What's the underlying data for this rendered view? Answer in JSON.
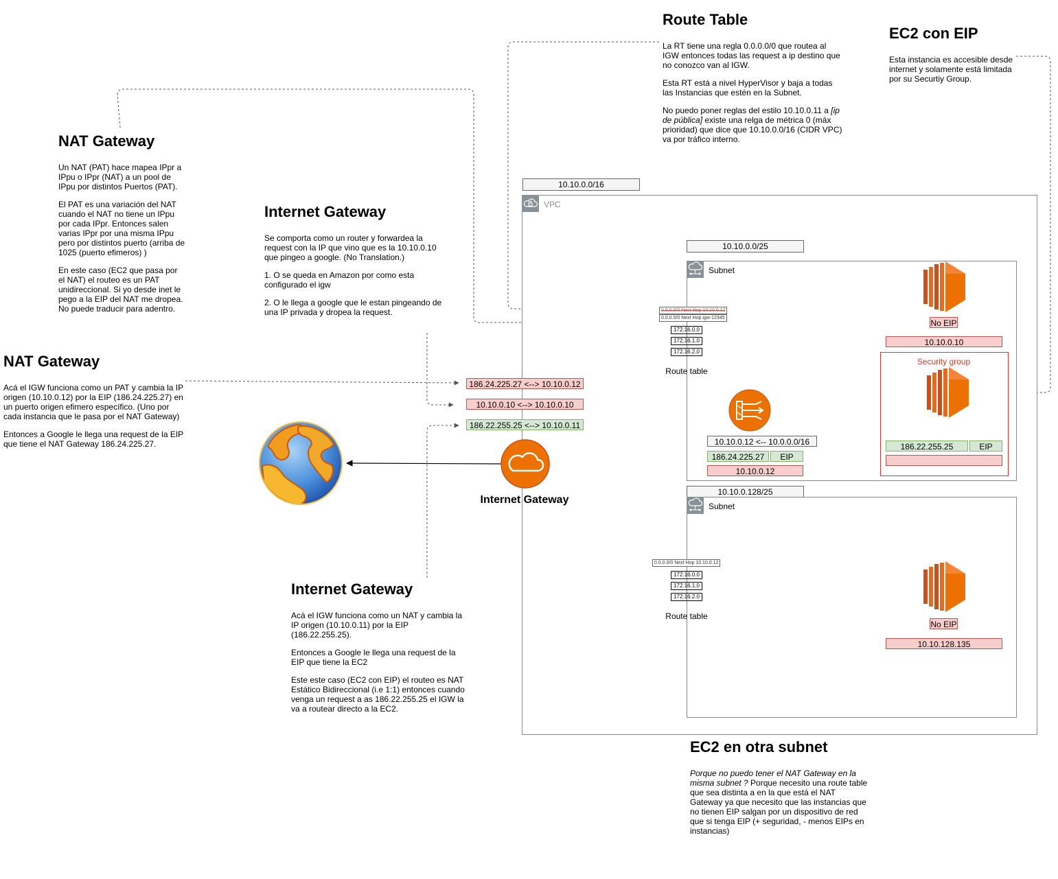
{
  "notes": {
    "route_table": {
      "title": "Route Table",
      "p1": "La RT tiene una regla 0.0.0.0/0 que routea al IGW entonces todas las request a ip destino que no conozco van al IGW.",
      "p2": "Esta RT está a nivel HyperVisor y baja a todas las Instancias que estén en la Subnet.",
      "p3_a": "No puedo poner reglas del estilo 10.10.0.11 a ",
      "p3_em": "[ip de pública]",
      "p3_b": " existe una relga de métrica 0 (máx prioridad) que dice que 10.10.0.0/16 (CIDR VPC) va por tráfico interno."
    },
    "ec2_eip": {
      "title": "EC2 con EIP",
      "p1": "Esta instancia es accesible desde internet y solamente está limitada por su Securtiy Group."
    },
    "nat_gateway_1": {
      "title": "NAT Gateway",
      "p1": "Un NAT (PAT) hace mapea IPpr a IPpu o IPpr (NAT) a un pool de IPpu por distintos Puertos (PAT).",
      "p2": "El PAT es una variación del NAT cuando el NAT no tiene un IPpu por cada IPpr. Entonces salen varias IPpr por una misma IPpu pero por distintos puerto (arriba de 1025 (puerto efimeros) )",
      "p3": "En este caso (EC2 que pasa por el NAT) el routeo es un PAT unidireccional. Si yo desde inet le pego a la EIP del NAT me dropea. No puede traducir para adentro."
    },
    "internet_gateway_1": {
      "title": "Internet Gateway",
      "p1": "Se comporta como un router y forwardea  la request con la IP que vino que es la 10.10.0.10 que pingeo a google. (No Translation.)",
      "p2": "1. O se queda en Amazon por como esta configurado el igw",
      "p3": "2. O le llega a google que le estan pingeando de una IP privada y dropea la request."
    },
    "nat_gateway_2": {
      "title": "NAT Gateway",
      "p1": "Acá el IGW funciona como un PAT y cambia la IP origen (10.10.0.12) por la EIP (186.24.225.27) en un puerto origen efimero específico. (Uno por cada instancia que le pasa por el NAT Gateway)",
      "p2": "Entonces a Google le llega una request de la EIP que tiene el NAT Gateway 186.24.225.27."
    },
    "internet_gateway_2": {
      "title": "Internet Gateway",
      "p1": "Acá el IGW funciona como un NAT y cambia la IP origen (10.10.0.11) por la EIP (186.22.255.25).",
      "p2": "Entonces a Google le llega una request de la EIP que tiene la EC2",
      "p3": "Este este caso (EC2 con EIP) el routeo es NAT Estático Bidireccional (i.e 1:1) entonces cuando venga un request a as 186.22.255.25 el IGW la va a routear directo a la EC2."
    },
    "ec2_other_subnet": {
      "title": "EC2 en otra subnet",
      "p1_em": "Porque no puedo tener el NAT Gateway en la misma subnet ?",
      "p1_b": " Porque necesito una route table que sea distinta a en la que está el NAT Gateway ya que necesito que las instancias que no tienen EIP salgan por un dispositivo de red que si tenga EIP (+ seguridad, - menos EIPs en instancias)"
    }
  },
  "vpc": {
    "cidr": "10.10.0.0/16",
    "label": "VPC"
  },
  "subnet_public": {
    "cidr": "10.10.0.0/25",
    "label": "Subnet",
    "route_table": {
      "label": "Route table",
      "rows": [
        "172.16.0.0",
        "172.16.1.0",
        "172.16.2.0"
      ],
      "hop_old": "0.0.0.0/0 Next Hop 10.10.0.12",
      "hop_new": "0.0.0.0/0 Next Hop  igw-12345"
    },
    "ec2_no_eip": {
      "badge": "No EIP",
      "ip": "10.10.0.10"
    },
    "security_group": {
      "label": "Security group",
      "ec2": {
        "eip": "186.22.255.25",
        "eip_tag": "EIP",
        "private_ip": ""
      }
    },
    "nat": {
      "translation": "10.10.0.12 <-- 10.0.0.0/16",
      "eip": "186.24.225.27",
      "eip_tag": "EIP",
      "private_ip": "10.10.0.12"
    }
  },
  "subnet_private": {
    "cidr": "10.10.0.128/25",
    "label": "Subnet",
    "route_table": {
      "label": "Route table",
      "rows": [
        "172.16.0.0",
        "172.16.1.0",
        "172.16.2.0"
      ],
      "hop": "0.0.0.0/0 Next Hop 10.10.0.12"
    },
    "ec2": {
      "badge": "No EIP",
      "ip": "10.10.128.135"
    }
  },
  "igw": {
    "label": "Internet Gateway",
    "mappings": [
      {
        "text": "186.24.225.27 <--> 10.10.0.12",
        "color": "red"
      },
      {
        "text": "10.10.0.10 <--> 10.10.0.10",
        "color": "red"
      },
      {
        "text": "186.22.255.25 <--> 10.10.0.11",
        "color": "green"
      }
    ]
  },
  "colors": {
    "aws_orange": "#ed7100",
    "red_fill": "#f8cecc",
    "green_fill": "#d5e8d4",
    "security_group": "#dd3522"
  }
}
